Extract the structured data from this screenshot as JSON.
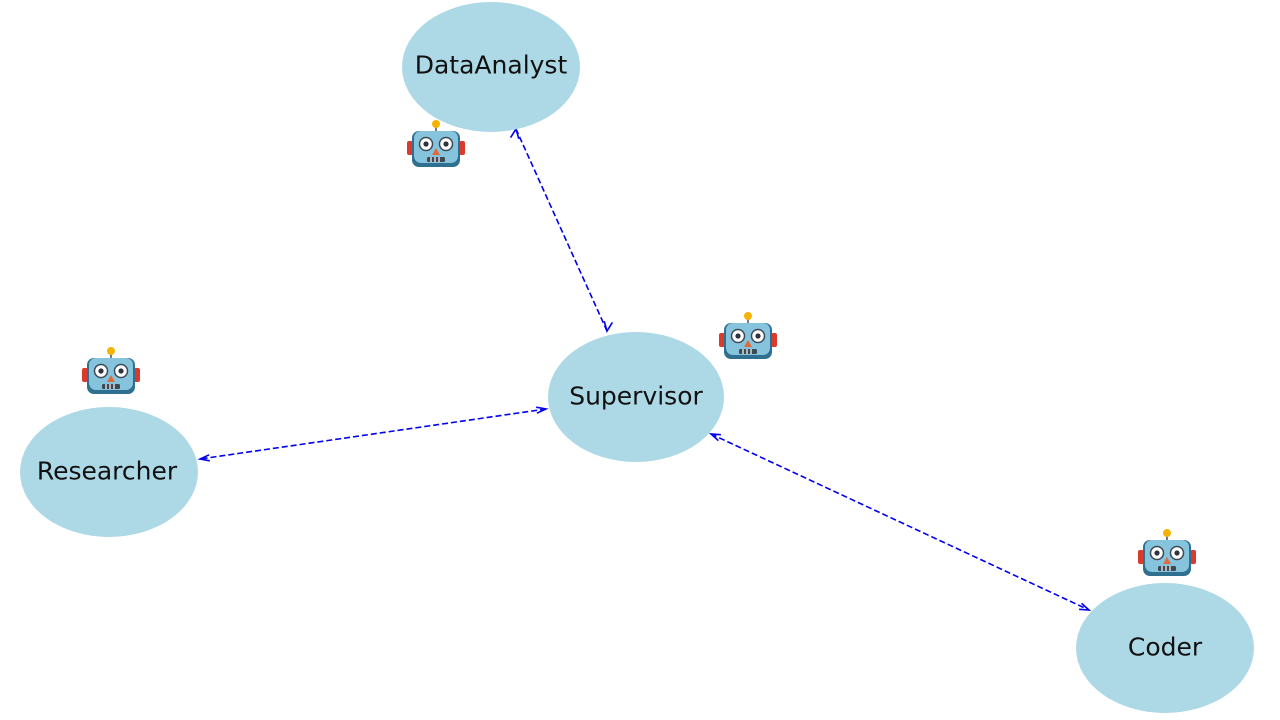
{
  "diagram": {
    "edge_color": "#0000ee",
    "node_color": "#add8e6",
    "node_icon": "robot-icon",
    "nodes": [
      {
        "id": "supervisor",
        "label": "Supervisor"
      },
      {
        "id": "data-analyst",
        "label": "DataAnalyst"
      },
      {
        "id": "researcher",
        "label": "Researcher"
      },
      {
        "id": "coder",
        "label": "Coder"
      }
    ],
    "edges": [
      {
        "from": "supervisor",
        "to": "data-analyst",
        "direction": "both",
        "style": "dashed"
      },
      {
        "from": "supervisor",
        "to": "researcher",
        "direction": "both",
        "style": "dashed"
      },
      {
        "from": "supervisor",
        "to": "coder",
        "direction": "both",
        "style": "dashed"
      }
    ]
  }
}
